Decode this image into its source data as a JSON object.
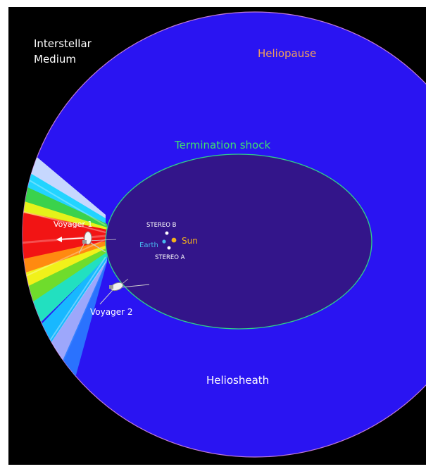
{
  "labels": {
    "interstellar_line1": "Interstellar",
    "interstellar_line2": "Medium",
    "heliopause": "Heliopause",
    "termination_shock": "Termination shock",
    "heliosheath": "Heliosheath",
    "voyager1": "Voyager 1",
    "voyager2": "Voyager 2",
    "stereo_b": "STEREO B",
    "stereo_a": "STEREO A",
    "earth": "Earth",
    "sun": "Sun"
  },
  "colors": {
    "space": "#000000",
    "heliosheath": "#2a14f2",
    "inner_heliosphere": "#33158a",
    "heliopause_line": "#c07ad8",
    "termination_line": "#2fd08a",
    "heliopause_text": "#f2a15a",
    "termination_text": "#3fe06e",
    "sun": "#f4b21c",
    "earth": "#48b9f0",
    "stereo": "#ffffff",
    "label_white": "#ffffff"
  }
}
